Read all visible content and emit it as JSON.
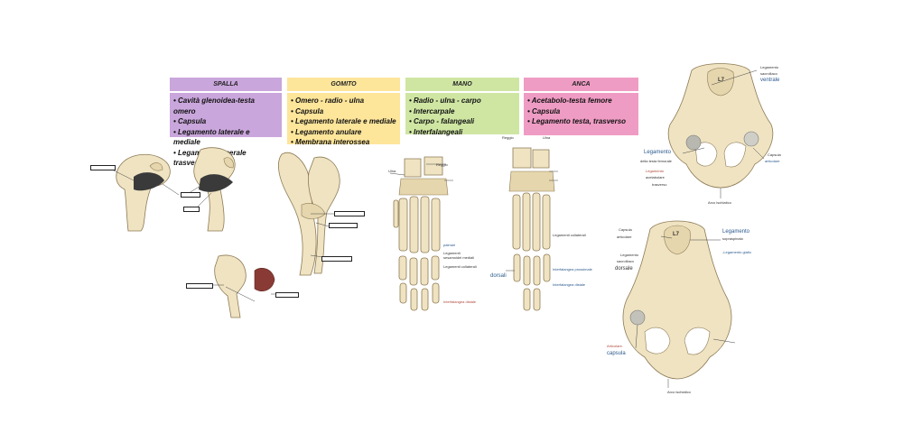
{
  "columns": [
    {
      "title": "SPALLA",
      "color": "#c9a6db",
      "items": [
        "Cavità glenoidea-testa omero",
        "Capsula",
        "Legamento laterale e mediale",
        "Legamento omerale trasverso"
      ]
    },
    {
      "title": "GOMITO",
      "color": "#fde59a",
      "items": [
        "Omero - radio - ulna",
        "Capsula",
        "Legamento laterale e mediale",
        "Legamento anulare",
        "Membrana interossea"
      ]
    },
    {
      "title": "MANO",
      "color": "#cfe6a3",
      "items": [
        "Radio - ulna - carpo",
        "Intercarpale",
        "Carpo - falangeali",
        "Interfalangeali"
      ]
    },
    {
      "title": "ANCA",
      "color": "#ef9cc4",
      "items": [
        "Acetabolo-testa femore",
        "Capsula",
        "Legamento testa, trasverso"
      ]
    }
  ],
  "mano": {
    "left_ulna": "Ulna",
    "right_ulna": "Ulna",
    "reggio": "Reggio",
    "right_radius": "Reggio",
    "palmari": "palmari",
    "mediali": "Legamenti sesamoidei mediali",
    "collaterali": "Legamenti collaterali",
    "interfalangea_distale": "Interfalangea distale",
    "dorsali": "dorsali",
    "legamenti_collaterali_r": "Legamenti collaterali",
    "interfalangea_prossimale": "Interfalangea prossimale",
    "interfalangea_distale_r": "Interfalangea distale"
  },
  "anca": {
    "top": {
      "legamento": "Legamento",
      "sacroiliaco": "sacroiliaco",
      "ventrale": "ventrale",
      "l7": "L7",
      "legamento_left": "Legamento",
      "testa_femorale": "della testa femorale",
      "legamento_acetabolare": "Legamento",
      "acetabolare": "acetabolare",
      "trasverso": "trasverso",
      "capsula": "Capsula",
      "articolare": "articolare",
      "arco": "Arco ischiatico"
    },
    "bottom": {
      "capsula": "Capsula",
      "articolare": "articolare",
      "l7": "L7",
      "legamento": "Legamento",
      "sopraspinato": "sopraspinato",
      "legamento_sac": "Legamento",
      "sacroiliaco": "sacroiliaco",
      "dorsale": "dorsale",
      "giallo": "-Legamento giallo",
      "articolare_left": "Articolare.",
      "capsula_left": "capsula",
      "arco": "Arco ischiatico"
    }
  }
}
